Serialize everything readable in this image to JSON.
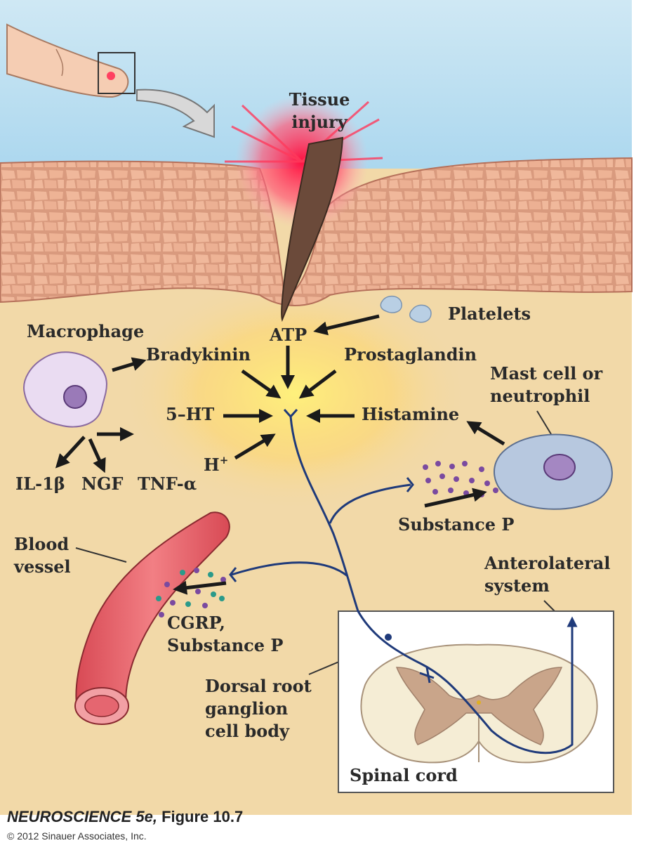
{
  "labels": {
    "tissue_injury_1": "Tissue",
    "tissue_injury_2": "injury",
    "platelets": "Platelets",
    "atp": "ATP",
    "macrophage": "Macrophage",
    "bradykinin": "Bradykinin",
    "prostaglandin": "Prostaglandin",
    "mast_cell_1": "Mast cell or",
    "mast_cell_2": "neutrophil",
    "five_ht": "5–HT",
    "histamine": "Histamine",
    "h_plus": "H",
    "h_plus_sup": "+",
    "il1b": "IL-1β",
    "ngf": "NGF",
    "tnf": "TNF-α",
    "substance_p": "Substance P",
    "blood_vessel_1": "Blood",
    "blood_vessel_2": "vessel",
    "anterolateral_1": "Anterolateral",
    "anterolateral_2": "system",
    "cgrp_1": "CGRP,",
    "cgrp_2": "Substance P",
    "drg_1": "Dorsal root",
    "drg_2": "ganglion",
    "drg_3": "cell body",
    "spinal_cord": "Spinal cord"
  },
  "footer": {
    "book": "NEUROSCIENCE 5e,",
    "figure": " Figure 10.7",
    "copyright": "© 2012 Sinauer Associates, Inc."
  },
  "colors": {
    "sky": "#bfe0f0",
    "tissue": "#f2d9a8",
    "skin_cells": "#e8a98c",
    "nerve": "#1f3a7a",
    "vessel": "#e8656b",
    "injury_glow": "#ff2a4a"
  }
}
